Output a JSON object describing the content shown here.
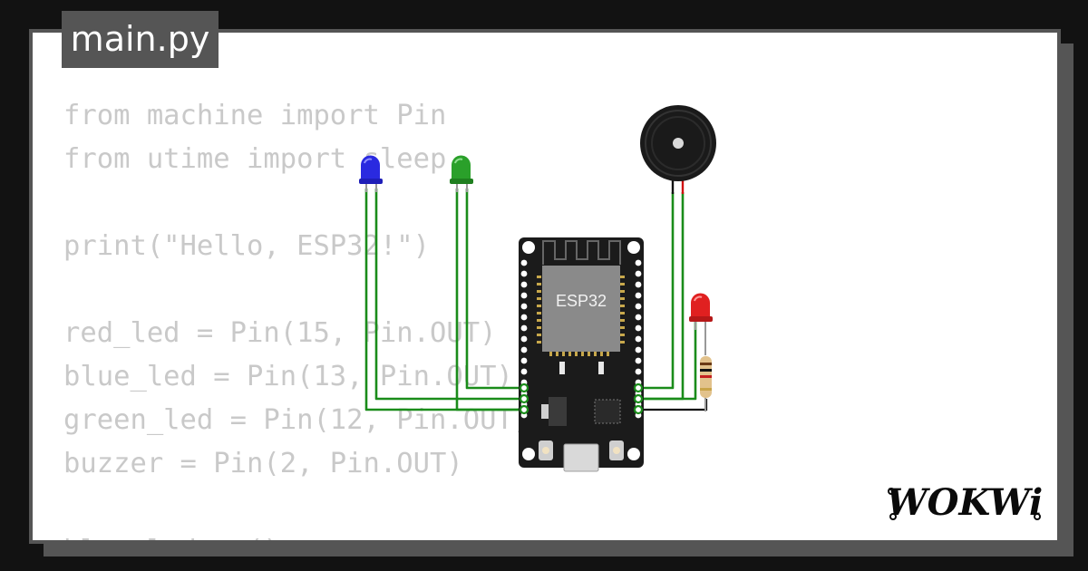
{
  "file_tab": {
    "name": "main.py"
  },
  "code_lines": [
    "from machine import Pin",
    "from utime import sleep",
    "",
    "print(\"Hello, ESP32!\")",
    "",
    "red_led = Pin(15, Pin.OUT)",
    "blue_led = Pin(13, Pin.OUT)",
    "green_led = Pin(12, Pin.OUT)",
    "buzzer = Pin(2, Pin.OUT)",
    "",
    "blue_led.on()"
  ],
  "board": {
    "chip_label": "ESP32"
  },
  "brand": {
    "logo_text": "WOKWi"
  },
  "colors": {
    "background": "#121212",
    "frame": "#555555",
    "code_text": "#c9c9c9",
    "wire_green": "#1a8c1a",
    "led_blue": "#2a2ae0",
    "led_green": "#2aa02a",
    "led_red": "#e02020"
  }
}
